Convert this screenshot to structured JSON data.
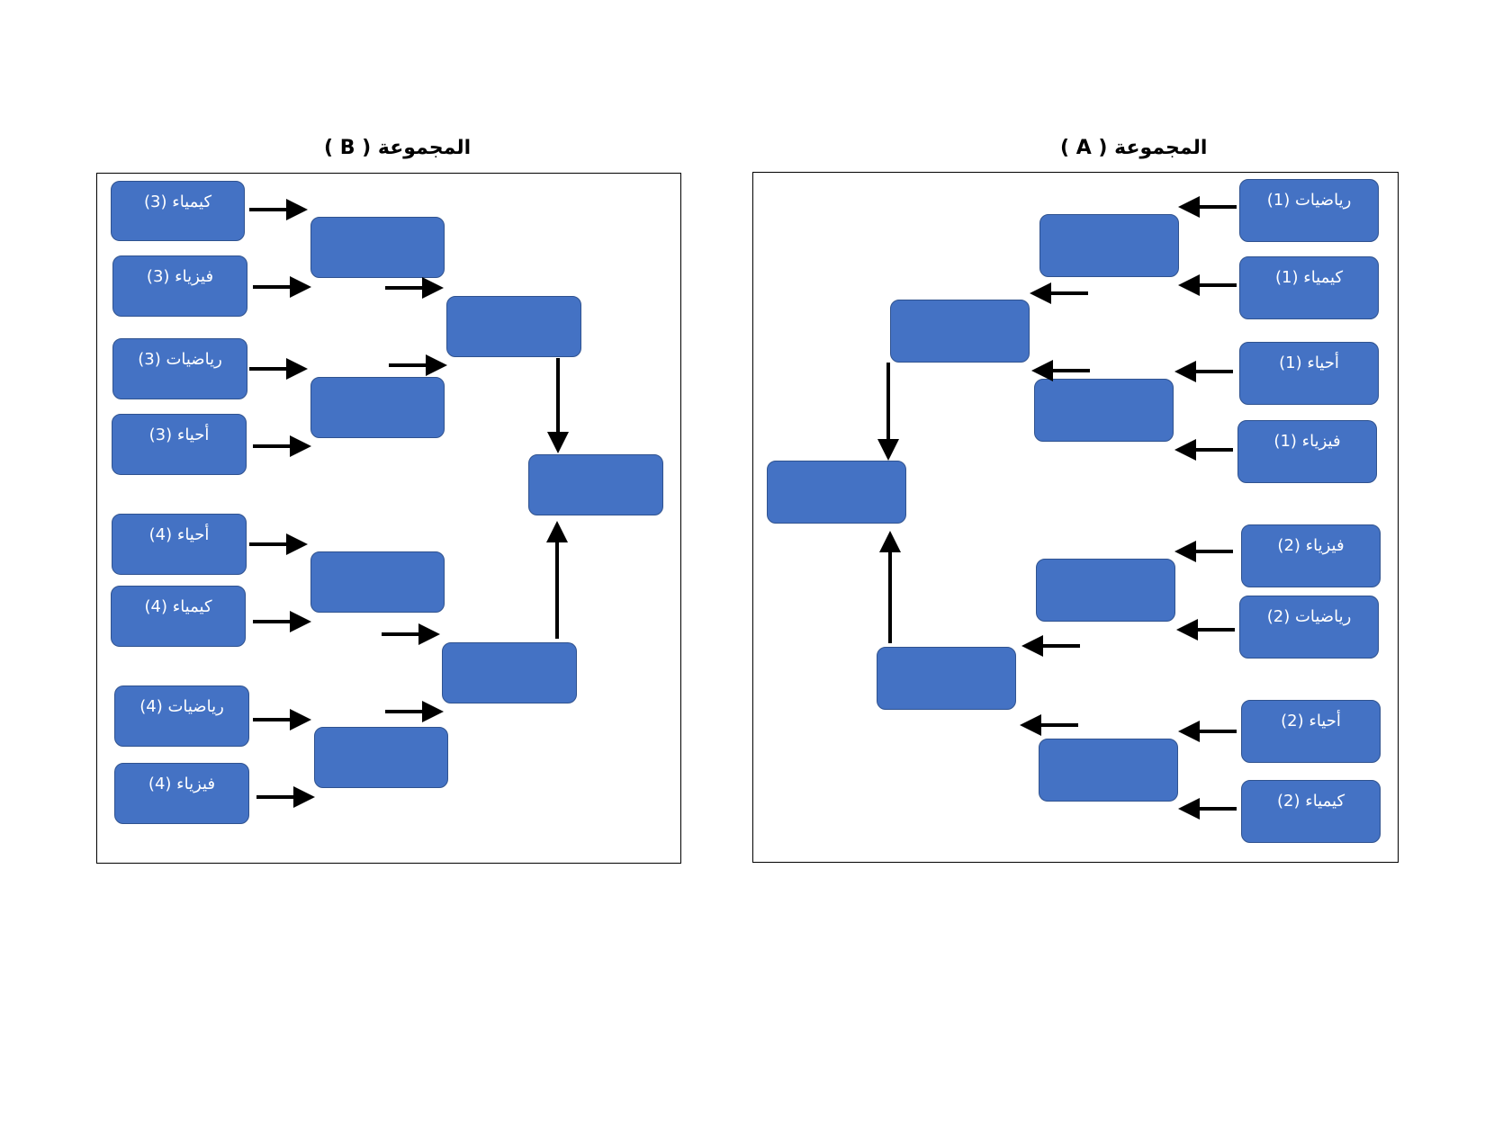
{
  "groups": {
    "a": {
      "title": "المجموعة ( A )",
      "teams": [
        "رياضيات (1)",
        "كيمياء (1)",
        "أحياء (1)",
        "فيزياء (1)",
        "فيزياء (2)",
        "رياضيات (2)",
        "أحياء (2)",
        "كيمياء (2)"
      ]
    },
    "b": {
      "title": "المجموعة ( B )",
      "teams": [
        "كيمياء (3)",
        "فيزياء (3)",
        "رياضيات (3)",
        "أحياء (3)",
        "أحياء (4)",
        "كيمياء (4)",
        "رياضيات (4)",
        "فيزياء (4)"
      ]
    }
  },
  "colors": {
    "box_fill": "#4472C4",
    "box_border": "#2F528F",
    "arrow": "#000000"
  }
}
